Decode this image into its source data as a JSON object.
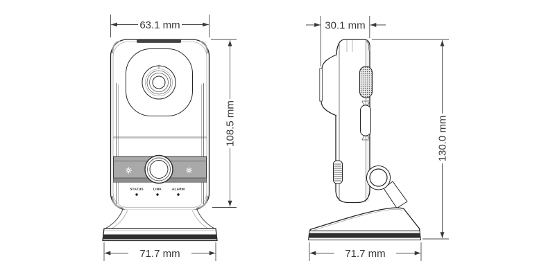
{
  "diagram": {
    "type": "technical-dimension-drawing",
    "subject": "cube network camera, front and side orthographic views"
  },
  "front_view": {
    "width_label": "63.1 mm",
    "height_label": "108.5 mm",
    "base_width_label": "71.7 mm",
    "led_labels": [
      "STATUS",
      "LINK",
      "ALARM"
    ]
  },
  "side_view": {
    "depth_label": "30.1 mm",
    "height_label": "130.0 mm",
    "base_width_label": "71.7 mm"
  },
  "colors": {
    "background": "#ffffff",
    "body_line": "#232323",
    "dimension_line": "#4a4a4a",
    "dimension_text": "#383838",
    "front_band_fill": "#a9a9a9",
    "base_dark_band": "#2f2f2f",
    "top_bar": "#424242"
  }
}
